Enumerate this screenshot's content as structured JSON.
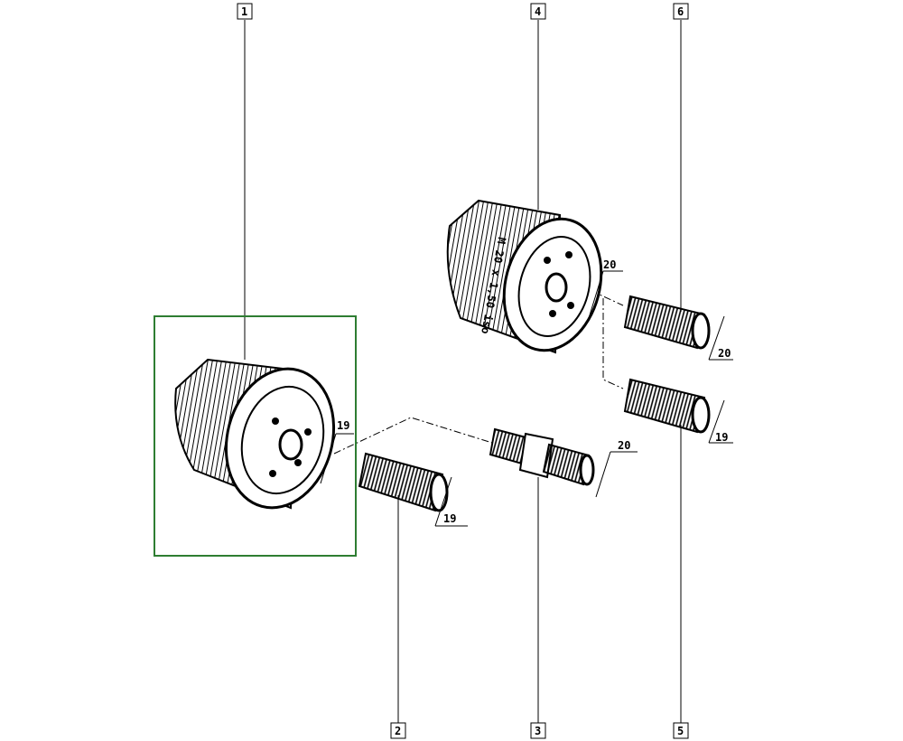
{
  "callouts": [
    "1",
    "2",
    "3",
    "4",
    "5",
    "6"
  ],
  "dimensions": {
    "filter_1": "19",
    "stud_2": "19",
    "nipple_3": "20",
    "filter_4": "20",
    "stud_5": "19",
    "stud_6": "20"
  },
  "filter_marking": "M 20 x 1,50 iso",
  "colors": {
    "highlight_frame": "#2e7d32",
    "ink": "#000000"
  }
}
